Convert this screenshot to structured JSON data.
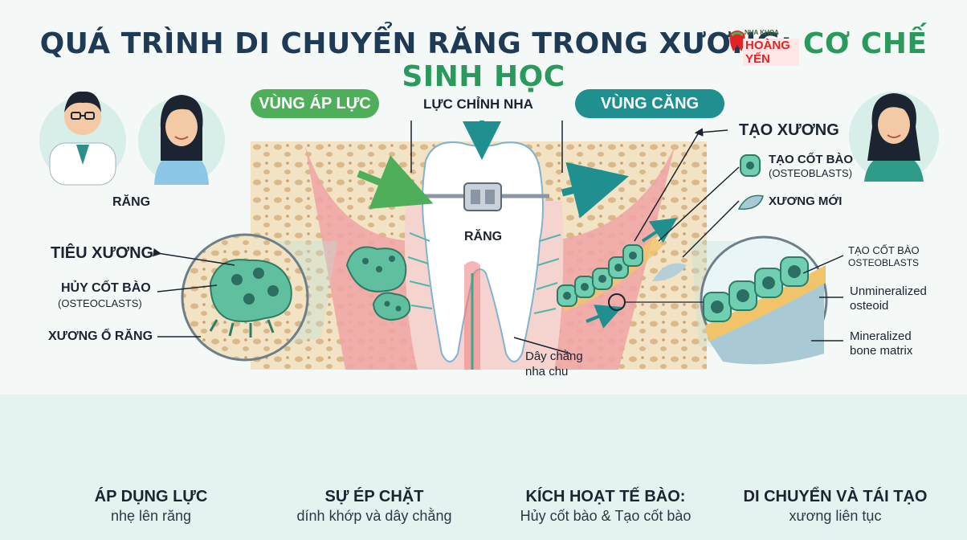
{
  "title": {
    "part1": "QUÁ TRÌNH DI CHUYỂN RĂNG TRONG XƯƠNG:",
    "part2": "CƠ CHẾ SINH HỌC"
  },
  "logo": {
    "line1": "NHA KHOA",
    "line2": "HOÀNG YẾN"
  },
  "top_labels": {
    "compression_zone": "VÙNG ÁP LỰC",
    "orthodontic_force": "LỰC CHỈNH NHA",
    "tension_zone": "VÙNG CĂNG",
    "tooth_left": "RĂNG",
    "tooth_center": "RĂNG"
  },
  "left_labels": {
    "resorption": "TIÊU XƯƠNG",
    "osteoclast": "HỦY CỐT BÀO",
    "osteoclast_en": "(OSTEOCLASTS)",
    "alveolar_bone": "XƯƠNG Ổ RĂNG"
  },
  "right_labels": {
    "formation": "TẠO XƯƠNG",
    "osteoblast": "TẠO CỐT BÀO",
    "osteoblast_en": "(OSTEOBLASTS)",
    "new_bone": "XƯƠNG MỚI",
    "osteoblast2": "TẠO CỐT BÀO",
    "osteoblast2_en": "OSTEOBLASTS",
    "osteoid": "Unmineralized osteoid",
    "bone_matrix": "Mineralized bone matrix",
    "pdl": "Dây chằng nha chu"
  },
  "steps": [
    {
      "title": "ÁP DỤNG LỰC",
      "sub": "nhẹ lên răng"
    },
    {
      "title": "SỰ ÉP CHẶT",
      "sub": "dính khớp và dây chằng"
    },
    {
      "title": "KÍCH HOẠT TẾ BÀO:",
      "sub": "Hủy cốt bào & Tạo cốt bào"
    },
    {
      "title": "DI CHUYỂN VÀ TÁI TẠO",
      "sub": "xương liên tục"
    }
  ],
  "colors": {
    "navy": "#1f3a55",
    "green": "#2a9a5c",
    "teal": "#1f8f8f",
    "bone": "#f2e3c4",
    "gum": "#f0a6a6",
    "cell": "#5fbf9f"
  }
}
